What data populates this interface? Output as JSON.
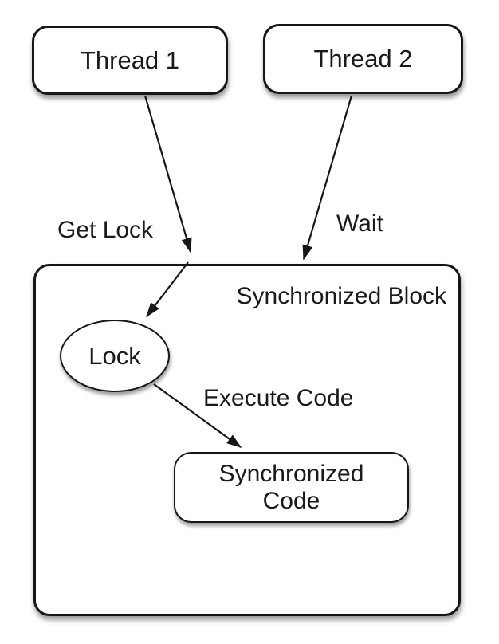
{
  "diagram": {
    "nodes": {
      "thread1": {
        "label": "Thread 1"
      },
      "thread2": {
        "label": "Thread 2"
      },
      "sync_block": {
        "label": "Synchronized Block"
      },
      "lock": {
        "label": "Lock"
      },
      "sync_code": {
        "line1": "Synchronized",
        "line2": "Code"
      }
    },
    "edge_labels": {
      "get_lock": "Get Lock",
      "wait": "Wait",
      "execute_code": "Execute Code"
    },
    "colors": {
      "stroke": "#161616",
      "fill": "#ffffff",
      "background": "#ffffff",
      "text": "#1a1a1a"
    }
  }
}
